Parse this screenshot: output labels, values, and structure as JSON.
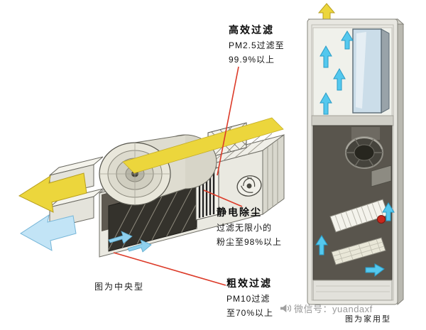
{
  "annotations": {
    "hepa": {
      "title": "高效过滤",
      "lines": [
        "PM2.5过滤至",
        "99.9%以上"
      ]
    },
    "esp": {
      "title": "静电除尘",
      "lines": [
        "过滤无限小的",
        "粉尘至98%以上"
      ]
    },
    "coarse": {
      "title": "粗效过滤",
      "lines": [
        "PM10过滤",
        "至70%以上"
      ]
    }
  },
  "captions": {
    "central": "图为中央型",
    "household": "图为家用型"
  },
  "footer": {
    "wechat": "微信号：yuandaxf"
  },
  "icons": {
    "footer": "megaphone-icon",
    "warm_airflow": "yellow-arrow-icon",
    "cool_airflow": "cyan-arrow-icon"
  },
  "colors": {
    "background": "#ffffff",
    "leader_line": "#dc3a28",
    "warm_air": "#ecd63c",
    "cool_air": "#54c8ee",
    "fresh_air_light": "#c2e4f6",
    "body_text": "#141414",
    "muted_text": "#9b9b9b"
  }
}
